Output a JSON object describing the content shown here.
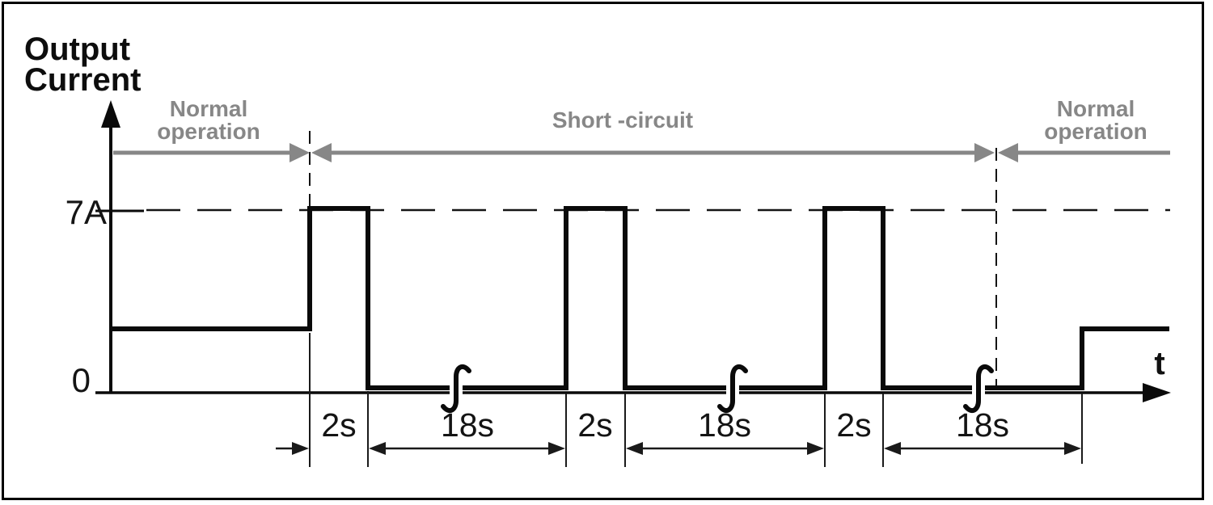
{
  "title": {
    "line1": "Output",
    "line2": "Current"
  },
  "axis": {
    "y_tick_7a": "7A",
    "origin_label": "0",
    "time_label": "t"
  },
  "regions": {
    "left": {
      "line1": "Normal",
      "line2": "operation"
    },
    "middle": {
      "label": "Short -circuit"
    },
    "right": {
      "line1": "Normal",
      "line2": "operation"
    }
  },
  "time_segments": [
    {
      "label": "2s"
    },
    {
      "label": "18s"
    },
    {
      "label": "2s"
    },
    {
      "label": "18s"
    },
    {
      "label": "2s"
    },
    {
      "label": "18s"
    }
  ],
  "colors": {
    "line_black": "#0a0a0a",
    "annotation_gray": "#878787",
    "background": "#ffffff"
  },
  "chart_data": {
    "type": "line",
    "title": "Output Current",
    "xlabel": "t",
    "ylabel": "Output Current",
    "y_ticks": [
      "0",
      "7A"
    ],
    "grid": false,
    "annotations": [
      "Normal operation",
      "Short -circuit",
      "Normal operation"
    ],
    "axis_breaks_on_time_axis": 3,
    "series": [
      {
        "name": "output current",
        "pattern": [
          {
            "phase": "normal operation",
            "level": "nominal (between 0 and 7A)"
          },
          {
            "phase": "short-circuit pulse",
            "level": "7A",
            "duration": "2s"
          },
          {
            "phase": "short-circuit off",
            "level": "0",
            "duration": "18s"
          },
          {
            "phase": "short-circuit pulse",
            "level": "7A",
            "duration": "2s"
          },
          {
            "phase": "short-circuit off",
            "level": "0",
            "duration": "18s"
          },
          {
            "phase": "short-circuit pulse",
            "level": "7A",
            "duration": "2s"
          },
          {
            "phase": "short-circuit off",
            "level": "0",
            "duration": "18s"
          },
          {
            "phase": "normal operation",
            "level": "nominal (between 0 and 7A)"
          }
        ]
      }
    ]
  }
}
